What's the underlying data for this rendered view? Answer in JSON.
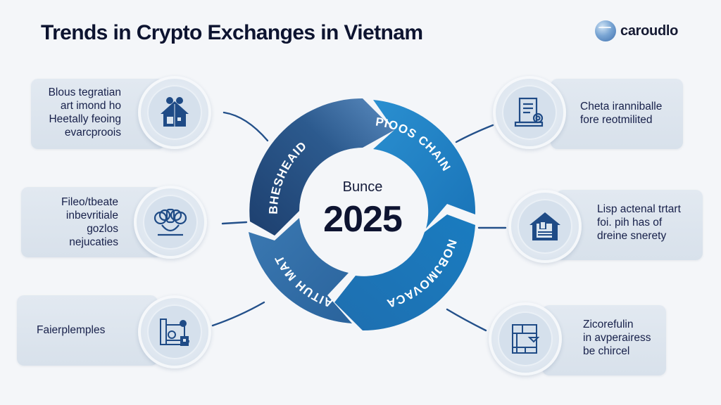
{
  "header": {
    "title": "Trends in Crypto Exchanges in Vietnam",
    "brand_name": "caroudlo"
  },
  "center": {
    "label": "Bunce",
    "year": "2025"
  },
  "cycle_segments": [
    {
      "label": "BHESHEAID",
      "color": "#2c5a8e",
      "position": "top-left"
    },
    {
      "label": "PIOOS CHAIN",
      "color": "#1f7fc0",
      "position": "top-right"
    },
    {
      "label": "NOBJMOVACA",
      "color": "#1a74b8",
      "position": "bottom-right"
    },
    {
      "label": "AITUH MAT",
      "color": "#3470a8",
      "position": "bottom-left"
    }
  ],
  "cards": {
    "left": [
      {
        "lines": [
          "Blous tegratian",
          "art imond ho",
          "Heetally feoing",
          "evarcproois"
        ],
        "icon": "house-icon"
      },
      {
        "lines": [
          "Fileo/tbeate",
          "inbevritiale",
          "gozlos",
          "nejucaties"
        ],
        "icon": "people-group-icon"
      },
      {
        "lines": [
          "Faierplemples"
        ],
        "icon": "machinery-icon"
      }
    ],
    "right": [
      {
        "lines": [
          "Cheta iranniballe",
          "fore reotmilited"
        ],
        "icon": "document-seal-icon"
      },
      {
        "lines": [
          "Lisp actenal trtart",
          "foi. pih has of",
          "dreine snerety"
        ],
        "icon": "home-ledger-icon"
      },
      {
        "lines": [
          "Zicorefulin",
          "in avperairess",
          "be chircel"
        ],
        "icon": "floor-plan-icon"
      }
    ]
  },
  "colors": {
    "background": "#f4f6f9",
    "accent_dark": "#1f3f70",
    "accent_mid": "#2c6aa8",
    "accent_bright": "#1a82c4",
    "connector": "#23508a"
  }
}
